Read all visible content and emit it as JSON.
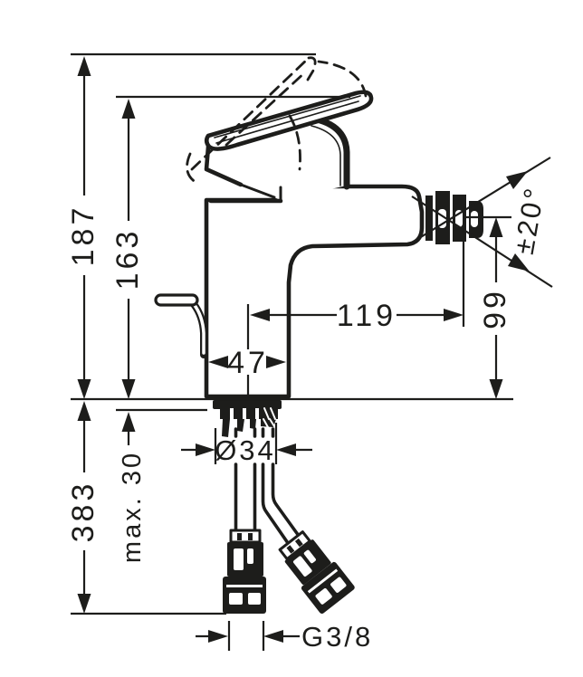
{
  "meta": {
    "kind": "technical-dimension-drawing",
    "subject": "single-hole bidet mixer, side view with mounting hoses",
    "units_implied": "mm",
    "ink_color": "#1d1d1b",
    "paper_color": "#ffffff"
  },
  "labels": {
    "total_height": "187",
    "height_to_spout_body": "163",
    "spout_reach": "119",
    "base_width": "47",
    "outlet_height": "99",
    "swivel_angle": "±20°",
    "hole_diameter": "Ø34",
    "max_mounting_thickness": "max. 30",
    "below_deck_length": "383",
    "connection_thread": "G3/8"
  }
}
